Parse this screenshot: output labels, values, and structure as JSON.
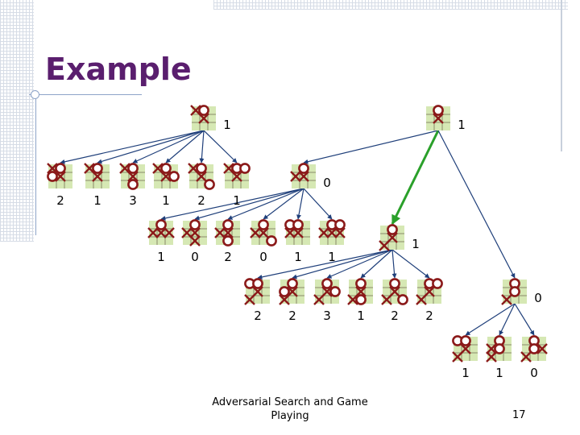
{
  "slide": {
    "title": "Example",
    "footer": "Adversarial Search and Game Playing",
    "page_number": "17"
  },
  "colors": {
    "title": "#5a1e6e",
    "cell_fill": "#d6e8b4",
    "grid_line": "#8a8a6a",
    "mark": "#8b1a1a",
    "edge": "#1f3f7a",
    "highlight_edge": "#2aa02a"
  },
  "tree": {
    "nodes": [
      {
        "id": "a",
        "value": "1",
        "board": [
          [
            "X",
            "O",
            ""
          ],
          [
            "",
            "X",
            ""
          ],
          [
            "",
            "",
            ""
          ]
        ]
      },
      {
        "id": "b",
        "value": "1",
        "board": [
          [
            "",
            "O",
            ""
          ],
          [
            "",
            "X",
            ""
          ],
          [
            "",
            "",
            ""
          ]
        ]
      },
      {
        "id": "a1",
        "value": "2",
        "board": [
          [
            "X",
            "O",
            ""
          ],
          [
            "O",
            "X",
            ""
          ],
          [
            "",
            "",
            ""
          ]
        ]
      },
      {
        "id": "a2",
        "value": "1",
        "board": [
          [
            "X",
            "O",
            ""
          ],
          [
            "",
            "X",
            ""
          ],
          [
            "",
            "",
            ""
          ]
        ]
      },
      {
        "id": "a3",
        "value": "3",
        "board": [
          [
            "X",
            "O",
            ""
          ],
          [
            "",
            "X",
            ""
          ],
          [
            "",
            "O",
            ""
          ]
        ]
      },
      {
        "id": "a4",
        "value": "1",
        "board": [
          [
            "X",
            "O",
            ""
          ],
          [
            "",
            "X",
            "O"
          ],
          [
            "",
            "",
            ""
          ]
        ]
      },
      {
        "id": "a5",
        "value": "2",
        "board": [
          [
            "X",
            "O",
            ""
          ],
          [
            "",
            "X",
            ""
          ],
          [
            "",
            "",
            "O"
          ]
        ]
      },
      {
        "id": "a6",
        "value": "1",
        "board": [
          [
            "X",
            "O",
            "O"
          ],
          [
            "",
            "X",
            ""
          ],
          [
            "",
            "",
            ""
          ]
        ]
      },
      {
        "id": "c",
        "value": "0",
        "board": [
          [
            "",
            "O",
            ""
          ],
          [
            "X",
            "X",
            ""
          ],
          [
            "",
            "",
            ""
          ]
        ]
      },
      {
        "id": "c1",
        "value": "1",
        "board": [
          [
            "",
            "O",
            ""
          ],
          [
            "X",
            "X",
            "X"
          ],
          [
            "",
            "",
            ""
          ]
        ]
      },
      {
        "id": "c2",
        "value": "0",
        "board": [
          [
            "",
            "O",
            ""
          ],
          [
            "X",
            "X",
            ""
          ],
          [
            "",
            "X",
            ""
          ]
        ]
      },
      {
        "id": "c3",
        "value": "2",
        "board": [
          [
            "",
            "O",
            ""
          ],
          [
            "X",
            "X",
            ""
          ],
          [
            "",
            "O",
            ""
          ]
        ]
      },
      {
        "id": "c4",
        "value": "0",
        "board": [
          [
            "",
            "O",
            ""
          ],
          [
            "X",
            "X",
            ""
          ],
          [
            "",
            "",
            "O"
          ]
        ]
      },
      {
        "id": "c5",
        "value": "1",
        "board": [
          [
            "O",
            "O",
            ""
          ],
          [
            "X",
            "X",
            ""
          ],
          [
            "",
            "",
            ""
          ]
        ]
      },
      {
        "id": "c6",
        "value": "1",
        "board": [
          [
            "",
            "O",
            "O"
          ],
          [
            "X",
            "X",
            "X"
          ],
          [
            "",
            "",
            ""
          ]
        ]
      },
      {
        "id": "d",
        "value": "1",
        "board": [
          [
            "",
            "O",
            ""
          ],
          [
            "",
            "X",
            ""
          ],
          [
            "X",
            "",
            ""
          ]
        ]
      },
      {
        "id": "d1",
        "value": "2",
        "board": [
          [
            "O",
            "O",
            ""
          ],
          [
            "",
            "X",
            ""
          ],
          [
            "X",
            "",
            ""
          ]
        ]
      },
      {
        "id": "d2",
        "value": "2",
        "board": [
          [
            "",
            "O",
            ""
          ],
          [
            "O",
            "X",
            ""
          ],
          [
            "X",
            "",
            ""
          ]
        ]
      },
      {
        "id": "d3",
        "value": "3",
        "board": [
          [
            "",
            "O",
            ""
          ],
          [
            "",
            "X",
            "O"
          ],
          [
            "X",
            "",
            ""
          ]
        ]
      },
      {
        "id": "d4",
        "value": "1",
        "board": [
          [
            "",
            "O",
            ""
          ],
          [
            "",
            "X",
            ""
          ],
          [
            "X",
            "O",
            ""
          ]
        ]
      },
      {
        "id": "d5",
        "value": "2",
        "board": [
          [
            "",
            "O",
            ""
          ],
          [
            "",
            "X",
            ""
          ],
          [
            "X",
            "",
            "O"
          ]
        ]
      },
      {
        "id": "d6",
        "value": "2",
        "board": [
          [
            "",
            "O",
            "O"
          ],
          [
            "",
            "X",
            ""
          ],
          [
            "X",
            "",
            ""
          ]
        ]
      },
      {
        "id": "e",
        "value": "0",
        "board": [
          [
            "",
            "O",
            ""
          ],
          [
            "",
            "O",
            ""
          ],
          [
            "X",
            "",
            ""
          ]
        ]
      },
      {
        "id": "e1",
        "value": "1",
        "board": [
          [
            "O",
            "O",
            ""
          ],
          [
            "",
            "X",
            ""
          ],
          [
            "X",
            "",
            ""
          ]
        ]
      },
      {
        "id": "e2",
        "value": "1",
        "board": [
          [
            "",
            "O",
            ""
          ],
          [
            "X",
            "O",
            ""
          ],
          [
            "X",
            "",
            ""
          ]
        ]
      },
      {
        "id": "e3",
        "value": "0",
        "board": [
          [
            "",
            "O",
            ""
          ],
          [
            "",
            "O",
            "X"
          ],
          [
            "X",
            "",
            ""
          ]
        ]
      }
    ],
    "edges": [
      [
        "a",
        "a1"
      ],
      [
        "a",
        "a2"
      ],
      [
        "a",
        "a3"
      ],
      [
        "a",
        "a4"
      ],
      [
        "a",
        "a5"
      ],
      [
        "a",
        "a6"
      ],
      [
        "b",
        "c"
      ],
      [
        "b",
        "d"
      ],
      [
        "b",
        "e"
      ],
      [
        "c",
        "c1"
      ],
      [
        "c",
        "c2"
      ],
      [
        "c",
        "c3"
      ],
      [
        "c",
        "c4"
      ],
      [
        "c",
        "c5"
      ],
      [
        "c",
        "c6"
      ],
      [
        "d",
        "d1"
      ],
      [
        "d",
        "d2"
      ],
      [
        "d",
        "d3"
      ],
      [
        "d",
        "d4"
      ],
      [
        "d",
        "d5"
      ],
      [
        "d",
        "d6"
      ],
      [
        "e",
        "e1"
      ],
      [
        "e",
        "e2"
      ],
      [
        "e",
        "e3"
      ]
    ],
    "highlighted_edge": [
      "b",
      "d"
    ]
  }
}
